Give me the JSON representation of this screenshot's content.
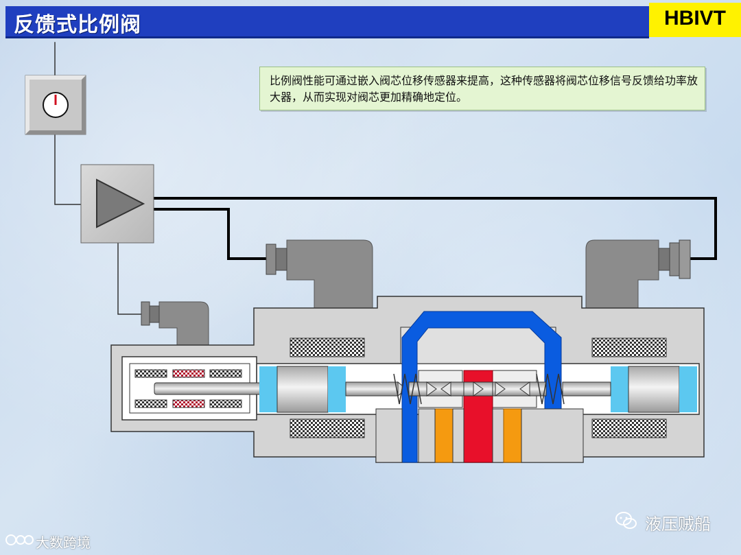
{
  "title": "反馈式比例阀",
  "brand": "HBIVT",
  "description": "比例阀性能可通过嵌入阀芯位移传感器来提高，这种传感器将阀芯位移信号反馈给功率放大器，从而实现对阀芯更加精确地定位。",
  "watermark_right": "液压贼船",
  "watermark_left": "大数跨境",
  "colors": {
    "title_bar": "#1f3fbf",
    "brand_bg": "#fff200",
    "note_bg": "#e4f5d2",
    "channel_blue": "#0a5ce0",
    "pressure_red": "#e8102a",
    "port_orange": "#f59a10",
    "chamber_cyan": "#5cc8f0",
    "body_gray": "#d4d4d4",
    "solenoid_gray": "#8a8a8a"
  },
  "icons": [
    "setpoint-dial-icon",
    "amplifier-triangle-icon",
    "connector-plug-icon",
    "wechat-icon",
    "weibo-icon"
  ]
}
